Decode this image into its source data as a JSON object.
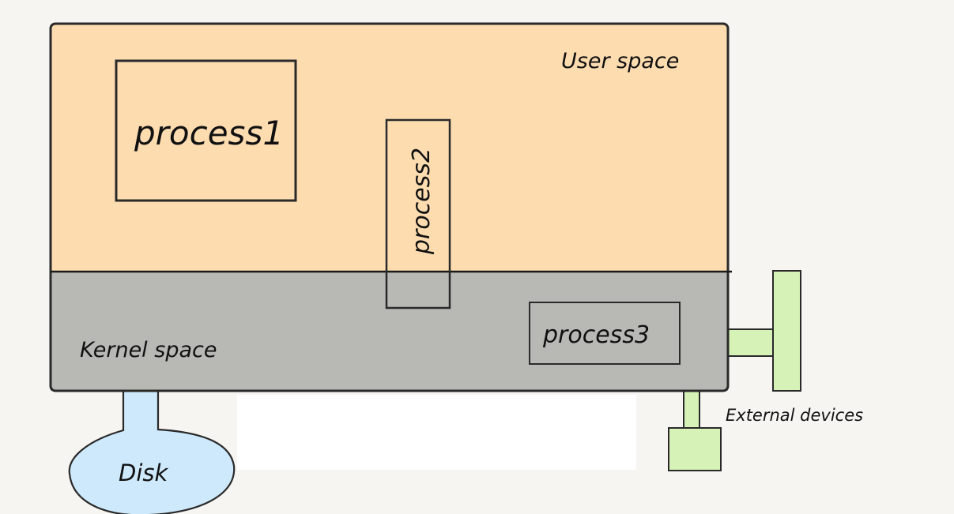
{
  "diagram": {
    "user_space": {
      "label": "User space",
      "fill": "#fddcb0"
    },
    "kernel_space": {
      "label": "Kernel space",
      "fill": "#b8b8b4"
    },
    "processes": [
      {
        "label": "process1"
      },
      {
        "label": "process2"
      },
      {
        "label": "process3"
      }
    ],
    "disk": {
      "label": "Disk",
      "fill": "#cde9fb"
    },
    "external_devices": {
      "label": "External devices",
      "fill": "#d7f2b6"
    },
    "outline_color": "#2a2a2a"
  }
}
